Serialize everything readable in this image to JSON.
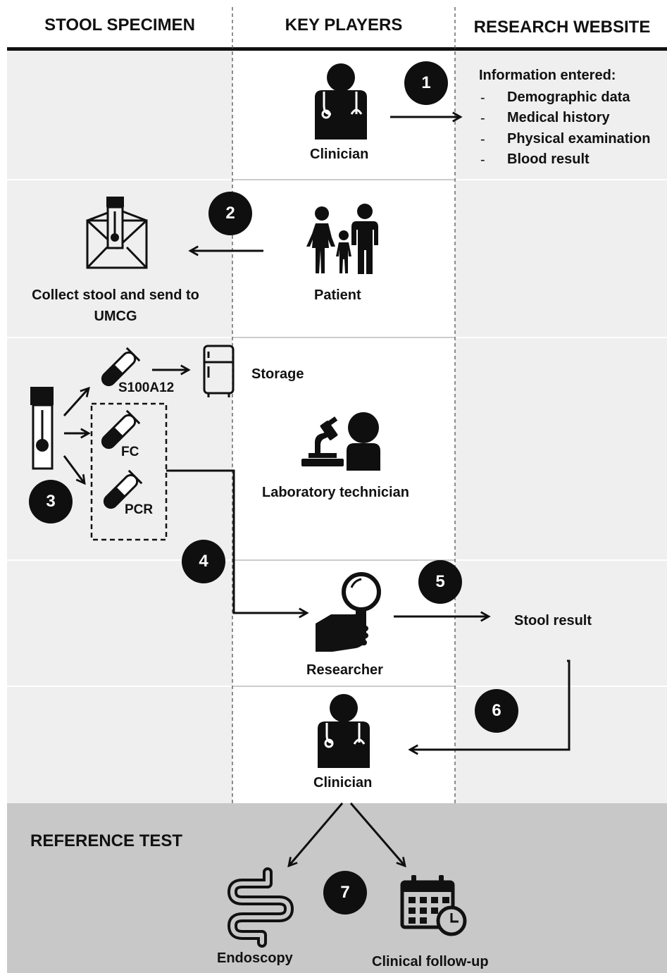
{
  "headers": {
    "stool_specimen": "STOOL SPECIMEN",
    "key_players": "KEY PLAYERS",
    "research_website": "RESEARCH WEBSITE"
  },
  "steps": [
    "1",
    "2",
    "3",
    "4",
    "5",
    "6",
    "7"
  ],
  "row1": {
    "clinician_label": "Clinician",
    "info_title": "Information entered:",
    "info_items": [
      "Demographic data",
      "Medical history",
      "Physical examination",
      "Blood result"
    ],
    "dash": "-"
  },
  "row2": {
    "collect_label_line1": "Collect stool and send to",
    "collect_label_line2": "UMCG",
    "patient_label": "Patient"
  },
  "row3": {
    "tube_s100": "S100A12",
    "tube_fc": "FC",
    "tube_pcr": "PCR",
    "storage_label": "Storage",
    "lab_tech_label": "Laboratory technician"
  },
  "row4": {
    "researcher_label": "Researcher",
    "stool_result_label": "Stool result"
  },
  "row5": {
    "clinician_label": "Clinician"
  },
  "reference": {
    "title": "REFERENCE TEST",
    "endoscopy_label": "Endoscopy",
    "followup_label": "Clinical follow-up"
  },
  "colors": {
    "row_shaded": "#efefef",
    "key_column": "#ffffff",
    "reference_band": "#c8c8c8",
    "ink": "#0f0f0f"
  }
}
